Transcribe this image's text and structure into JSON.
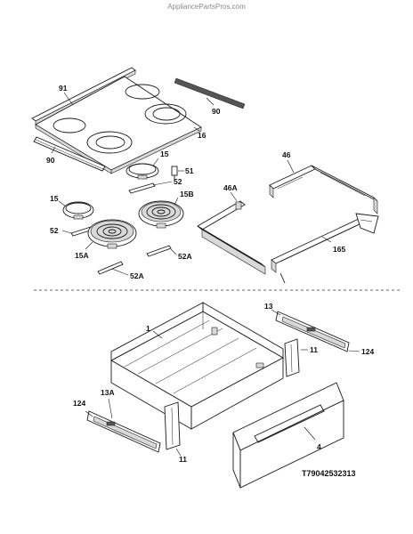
{
  "watermark": "AppliancePartsPros.com",
  "document_number": "T79042532313",
  "callouts": {
    "c91": "91",
    "c90_top": "90",
    "c16": "16",
    "c90_left": "90",
    "c15_mid": "15",
    "c51": "51",
    "c52_mid": "52",
    "c15B": "15B",
    "c15_left": "15",
    "c52_left": "52",
    "c15A": "15A",
    "c52A_right": "52A",
    "c52A_bottom": "52A",
    "c46": "46",
    "c46A": "46A",
    "c165": "165",
    "c1": "1",
    "c13": "13",
    "c11_right": "11",
    "c124_right": "124",
    "c124_left": "124",
    "c13A": "13A",
    "c11_bottom": "11",
    "c4": "4"
  }
}
